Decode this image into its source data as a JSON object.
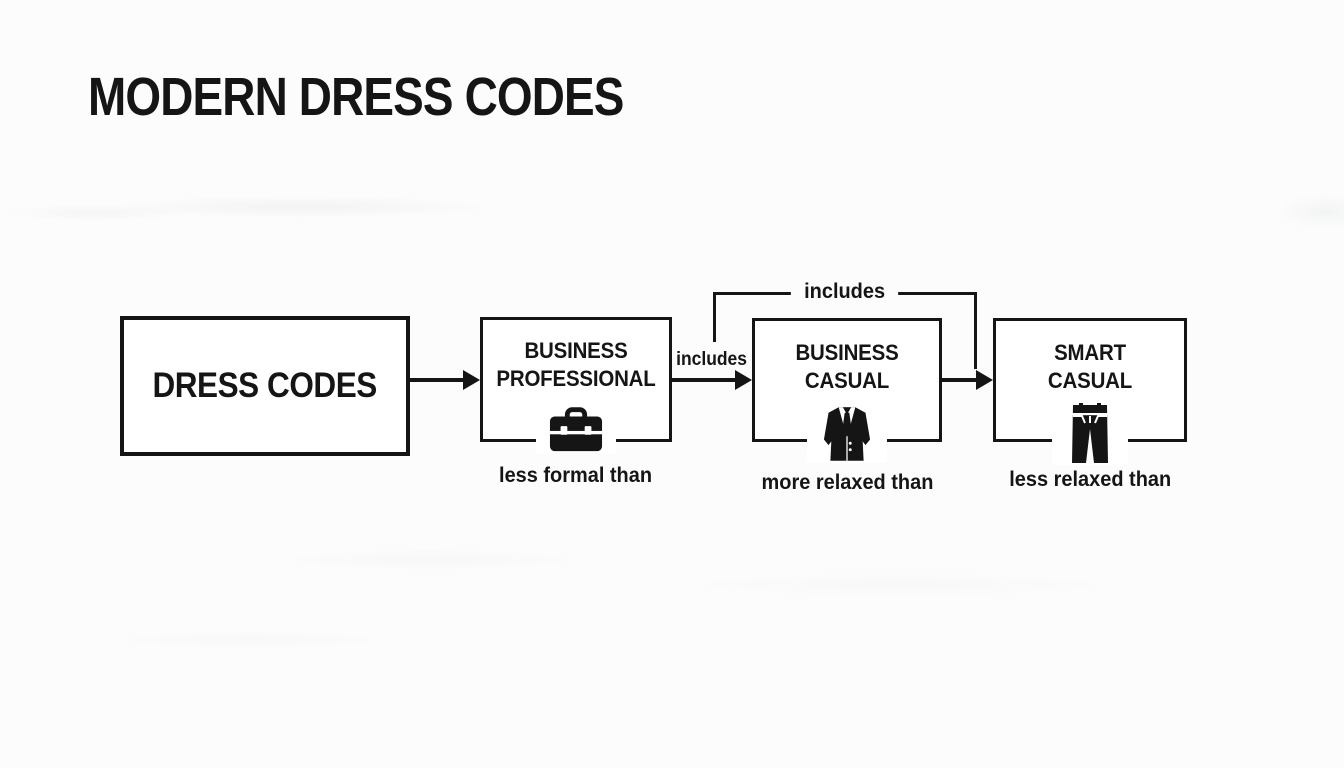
{
  "title": "MODERN DRESS CODES",
  "diagram": {
    "root": {
      "label": "DRESS CODES"
    },
    "nodes": [
      {
        "id": "business-professional",
        "label": "BUSINESS\nPROFESSIONAL",
        "icon": "briefcase-icon",
        "sublabel": "less formal than"
      },
      {
        "id": "business-casual",
        "label": "BUSINESS\nCASUAL",
        "icon": "suit-jacket-icon",
        "sublabel": "more relaxed than"
      },
      {
        "id": "smart-casual",
        "label": "SMART\nCASUAL",
        "icon": "jeans-icon",
        "sublabel": "less relaxed than"
      }
    ],
    "edges": {
      "includes_label_small": "includes",
      "includes_label_bracket": "includes"
    },
    "colors": {
      "ink": "#151515",
      "background": "#fcfcfc",
      "node_fill": "#ffffff"
    }
  }
}
